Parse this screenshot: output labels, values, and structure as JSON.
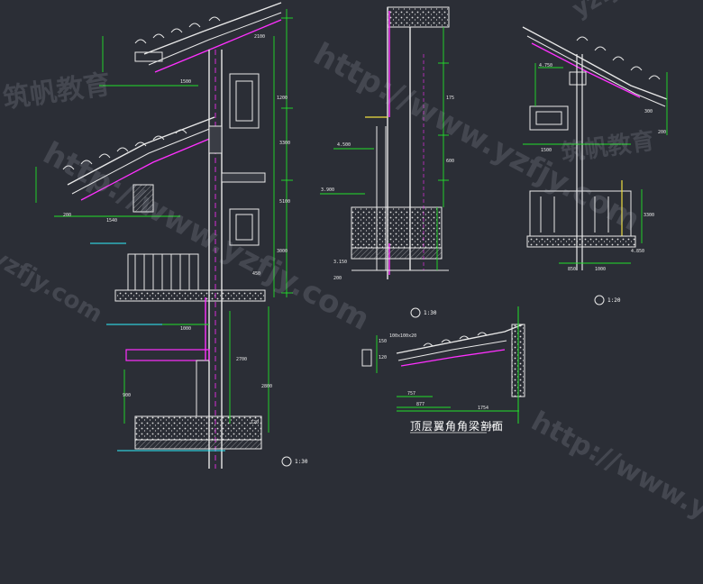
{
  "drawing": {
    "title": "顶层翼角角梁剖面",
    "title_scale": "1:30",
    "section_scales": [
      "1:30",
      "1:30",
      "1:20"
    ],
    "colors": {
      "background": "#2b2e36",
      "line_white": "#e8e8e8",
      "dimension_green": "#22e02a",
      "magenta": "#ff30ff",
      "cyan": "#30f0ff",
      "yellow": "#f0e040"
    }
  },
  "watermarks": {
    "url": "http://www.yzfjy.com",
    "brand": "筑帆教育",
    "fragment": "yzfjy.com"
  },
  "labels": {
    "dims_left": [
      "2100",
      "1500",
      "1200",
      "3300",
      "5100",
      "3000",
      "2800",
      "1540",
      "1000",
      "2700",
      "900",
      "120",
      "200",
      "450"
    ],
    "dims_mid": [
      "4.500",
      "3.900",
      "3.150",
      "175",
      "600",
      "200"
    ],
    "dims_right": [
      "4.750",
      "1500",
      "300",
      "3300",
      "850",
      "200",
      "1000",
      "4.850"
    ],
    "dims_bottom": [
      "757",
      "877",
      "1754",
      "150",
      "120",
      "100x100x20"
    ]
  }
}
